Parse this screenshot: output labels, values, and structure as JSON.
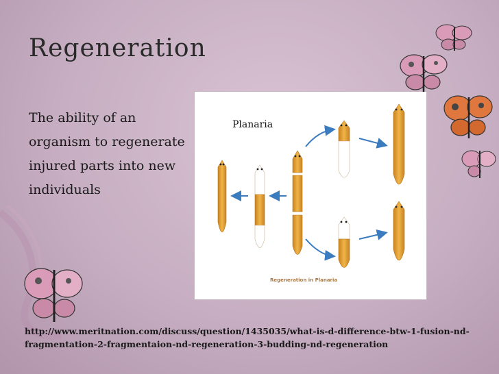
{
  "slide": {
    "title": "Regeneration",
    "body": "The ability of an organism to regenerate injured parts into new individuals",
    "source_url": "http://www.meritnation.com/discuss/question/1435035/what-is-d-difference-btw-1-fusion-nd-fragmentation-2-fragmentaion-nd-regeneration-3-budding-nd-regeneration"
  },
  "figure": {
    "label": "Planaria",
    "caption": "Regeneration in Planaria"
  },
  "colors": {
    "body_worm": "#d99a2e",
    "regrowth": "#ffffff",
    "arrow": "#3b7bbf",
    "butterfly_orange": "#e0773e",
    "butterfly_pink": "#d99bb8"
  },
  "icons": [
    "butterfly-icon",
    "arrow-icon",
    "planaria-icon"
  ]
}
